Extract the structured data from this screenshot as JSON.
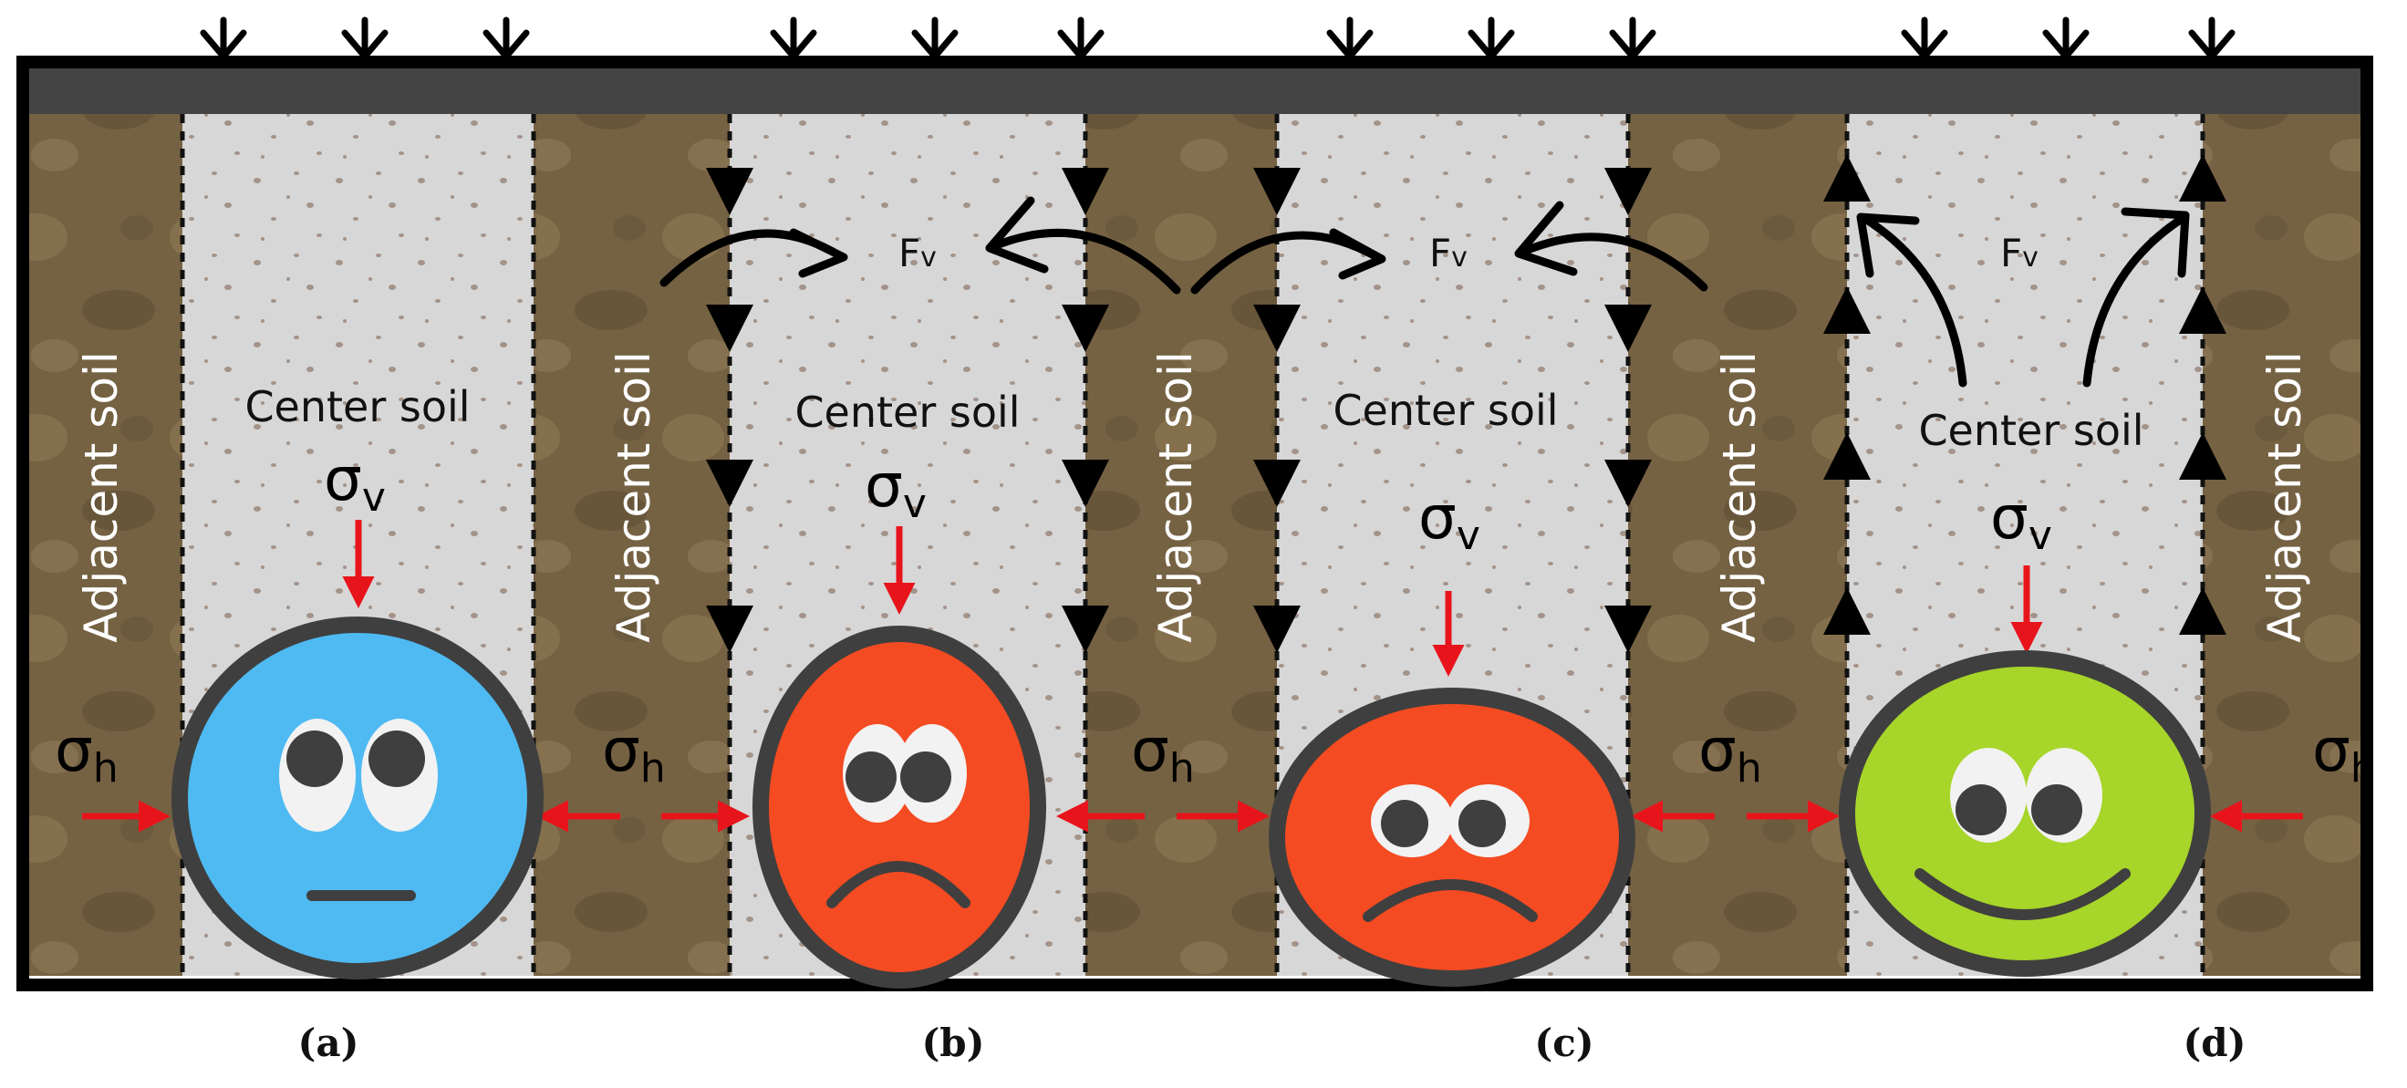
{
  "labels": {
    "adjacent_soil": "Adjacent soil",
    "center_soil": "Center soil",
    "fv_main": "F",
    "fv_sub": "v",
    "sigma": "σ",
    "sigma_v_sub": "v",
    "sigma_h_sub": "h"
  },
  "panels": [
    {
      "label": "(a)",
      "mood": "neutral",
      "face_color": "#4fbaf2",
      "shaft_shear": "none"
    },
    {
      "label": "(b)",
      "mood": "sad",
      "face_color": "#f44b22",
      "shaft_shear": "downward"
    },
    {
      "label": "(c)",
      "mood": "sad",
      "face_color": "#f44b22",
      "shaft_shear": "downward"
    },
    {
      "label": "(d)",
      "mood": "happy",
      "face_color": "#a7d52a",
      "shaft_shear": "upward"
    }
  ],
  "colors": {
    "soil_dark": "#756243",
    "soil_mid": "#8b7755",
    "center_fill": "#d7d7d7",
    "top_plate": "#444444",
    "stress_arrow": "#e8141b",
    "outline": "#3f3f3f",
    "speckle": "#9e8f86"
  }
}
